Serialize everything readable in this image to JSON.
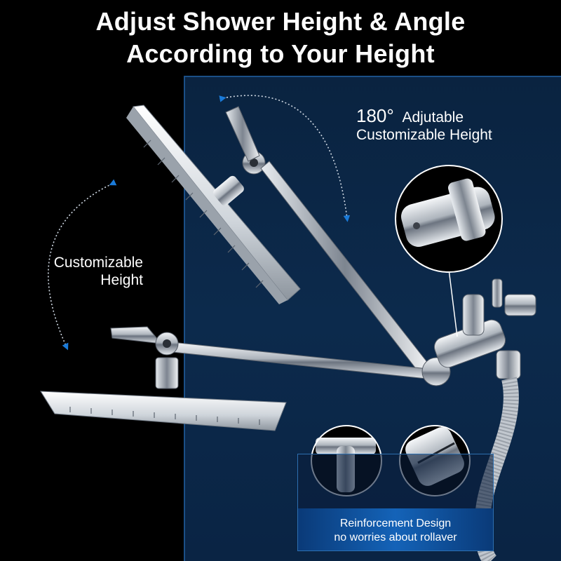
{
  "headline": {
    "line1": "Adjust Shower Height & Angle",
    "line2": "According to Your Height"
  },
  "callouts": {
    "top_degree": "180°",
    "top_line1_rest": "Adjutable",
    "top_line2": "Customizable Height",
    "left_line1": "Customizable",
    "left_line2": "Height",
    "bottom_line1": "Reinforcement Design",
    "bottom_line2": "no worries about rollaver"
  },
  "colors": {
    "accent_blue": "#1463b8",
    "panel_blue": "#0c2a4c",
    "arrow_blue": "#1a7ad8"
  }
}
